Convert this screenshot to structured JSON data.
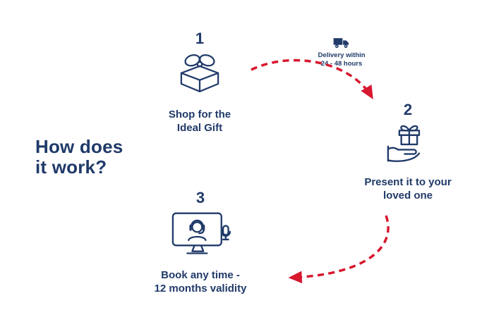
{
  "colors": {
    "navy": "#203a69",
    "red": "#d7182e",
    "bg": "#ffffff"
  },
  "title": "How does\nit work?",
  "steps": [
    {
      "number": "1",
      "icon": "gift-box-icon",
      "label": "Shop for the\nIdeal Gift"
    },
    {
      "number": "2",
      "icon": "hand-gift-icon",
      "label": "Present it to your\nloved one"
    },
    {
      "number": "3",
      "icon": "support-monitor-icon",
      "label": "Book any time -\n12 months validity"
    }
  ],
  "delivery_badge": {
    "icon": "delivery-truck-icon",
    "text": "Delivery within\n24 - 48 hours"
  },
  "arrows": [
    {
      "name": "arrow-step1-to-step2",
      "from": "step-1",
      "to": "step-2",
      "style": "red-dashed-curve"
    },
    {
      "name": "arrow-step2-to-step3",
      "from": "step-2",
      "to": "step-3",
      "style": "red-dashed-curve"
    }
  ]
}
